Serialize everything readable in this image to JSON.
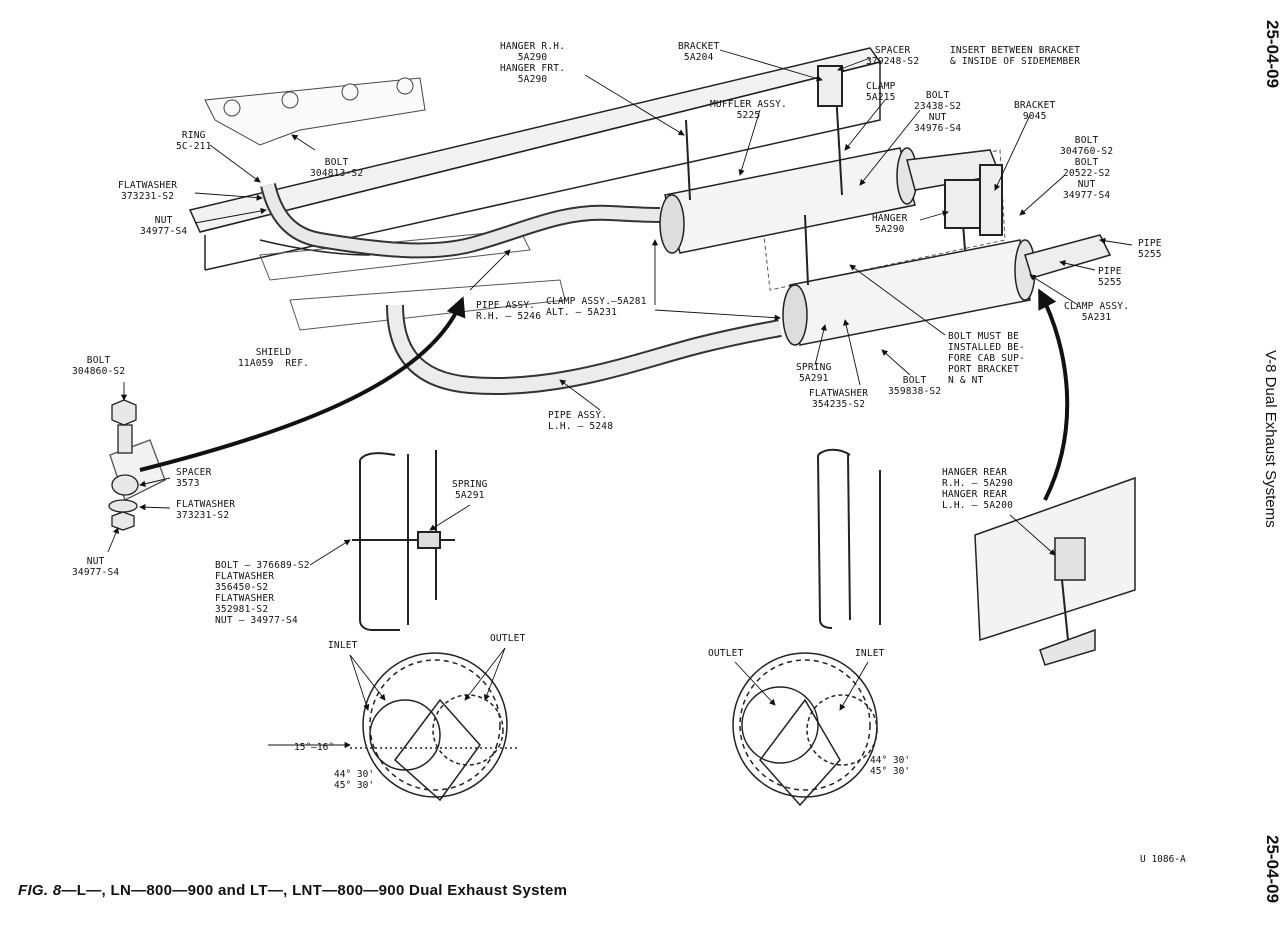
{
  "caption": {
    "fig": "FIG. 8",
    "text": "—L—, LN—800—900 and LT—, LNT—800—900 Dual Exhaust System"
  },
  "page_number": "25-04-09",
  "section_title": "V-8 Dual Exhaust Systems",
  "figure_id": "U 1086-A",
  "labels": {
    "hanger_rh": "HANGER R.H.\n5A290\nHANGER FRT.\n5A290",
    "bracket_top": "BRACKET\n5A204",
    "spacer_top": "SPACER\n379248-S2",
    "insert_note": "INSERT BETWEEN BRACKET\n& INSIDE OF SIDEMEMBER",
    "clamp_top": "CLAMP\n5A215",
    "bolt_nut_top": "BOLT\n23438-S2\nNUT\n34976-S4",
    "muffler": "MUFFLER ASSY.\n5225",
    "bracket_9045": "BRACKET\n9045",
    "bolt_bolt_nut_right": "BOLT\n304760-S2\nBOLT\n20522-S2\nNUT\n34977-S4",
    "hanger_mid": "HANGER\n5A290",
    "ring": "RING\n5C-211",
    "bolt_304813": "BOLT\n304813-S2",
    "flatwasher_left": "FLATWASHER\n373231-S2",
    "nut_left": "NUT\n34977-S4",
    "pipe_rh": "PIPE ASSY.\nR.H. — 5246",
    "clamp_assy": "CLAMP ASSY.—5A281\nALT. — 5A231",
    "pipe_5255_a": "PIPE\n5255",
    "pipe_5255_b": "PIPE\n5255",
    "clamp_assy_right": "CLAMP ASSY.\n5A231",
    "shield": "SHIELD\n11A059  REF.",
    "bolt_must": "BOLT MUST BE\nINSTALLED BE-\nFORE CAB SUP-\nPORT BRACKET\nN & NT",
    "spring_5a291_a": "SPRING\n5A291",
    "flatwasher_354235": "FLATWASHER\n354235-S2",
    "bolt_359838": "BOLT\n359838-S2",
    "pipe_lh": "PIPE ASSY.\nL.H. — 5248",
    "bolt_304860": "BOLT\n304860-S2",
    "spacer_3573": "SPACER\n3573",
    "flatwasher_373231_b": "FLATWASHER\n373231-S2",
    "nut_bottom": "NUT\n34977-S4",
    "spring_5a291_b": "SPRING\n5A291",
    "bolt_376689": "BOLT — 376689-S2\nFLATWASHER\n356450-S2\nFLATWASHER\n352981-S2\nNUT — 34977-S4",
    "hanger_rear": "HANGER REAR\nR.H. — 5A290\nHANGER REAR\nL.H. — 5A200",
    "inlet_left": "INLET",
    "outlet_left": "OUTLET",
    "outlet_right": "OUTLET",
    "inlet_right": "INLET",
    "deg_15_16": "15°—16°",
    "deg_left": "44° 30'\n45° 30'",
    "deg_right": "44° 30'\n45° 30'"
  }
}
